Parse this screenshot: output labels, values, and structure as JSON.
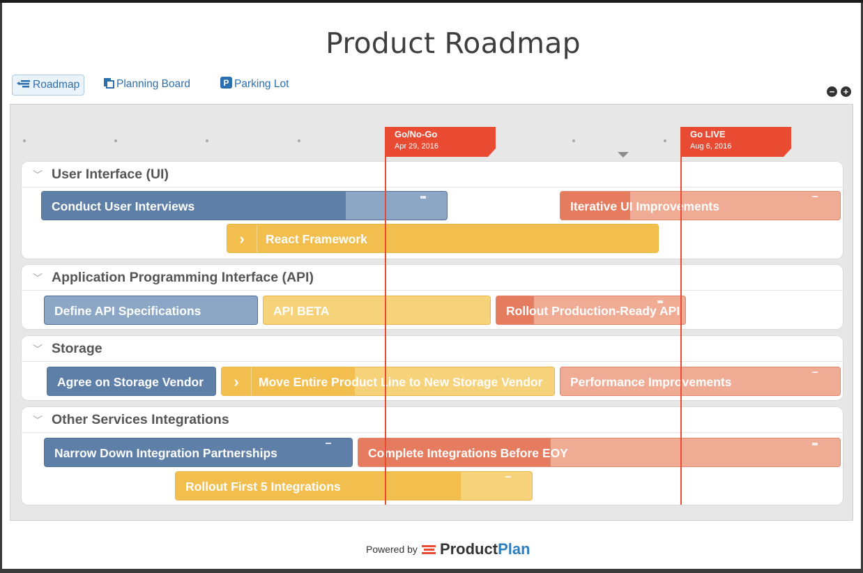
{
  "title": "Product Roadmap",
  "tabs": {
    "roadmap": "Roadmap",
    "planning_board": "Planning Board",
    "parking_lot": "Parking Lot"
  },
  "zoom": {
    "out": "−",
    "in": "+"
  },
  "milestones": [
    {
      "name": "Go/No-Go",
      "date": "Apr 29, 2016"
    },
    {
      "name": "Go LIVE",
      "date": "Aug 6, 2016"
    }
  ],
  "lanes": [
    {
      "title": "User Interface (UI)",
      "bars": [
        {
          "label": "Conduct User Interviews",
          "color": "blue",
          "progress": 0.75
        },
        {
          "label": "Iterative UI Improvements",
          "color": "orange",
          "progress": 0.25
        },
        {
          "label": "React Framework",
          "color": "yellow",
          "progress": 1.0
        }
      ]
    },
    {
      "title": "Application Programming Interface (API)",
      "bars": [
        {
          "label": "Define API Specifications",
          "color": "blue",
          "progress": 0.0
        },
        {
          "label": "API BETA",
          "color": "yellow",
          "progress": 0.0
        },
        {
          "label": "Rollout Production-Ready API",
          "color": "orange",
          "progress": 0.2
        }
      ]
    },
    {
      "title": "Storage",
      "bars": [
        {
          "label": "Agree on Storage Vendor",
          "color": "blue",
          "progress": 1.0
        },
        {
          "label": "Move Entire Product Line to New Storage Vendor",
          "color": "yellow",
          "progress": 0.4
        },
        {
          "label": "Performance Improvements",
          "color": "orange",
          "progress": 0.0
        }
      ]
    },
    {
      "title": "Other Services Integrations",
      "bars": [
        {
          "label": "Narrow Down Integration Partnerships",
          "color": "blue",
          "progress": 1.0
        },
        {
          "label": "Complete Integrations Before EOY",
          "color": "orange",
          "progress": 0.4
        },
        {
          "label": "Rollout First 5 Integrations",
          "color": "yellow",
          "progress": 0.8
        }
      ]
    }
  ],
  "footer": {
    "powered_by": "Powered by",
    "brand_a": "Product",
    "brand_b": "Plan"
  },
  "colors": {
    "blue": "#5e7fa7",
    "yellow": "#f2bf4f",
    "orange": "#e57c5f",
    "milestone": "#e84a32",
    "link": "#2c6fb0"
  }
}
